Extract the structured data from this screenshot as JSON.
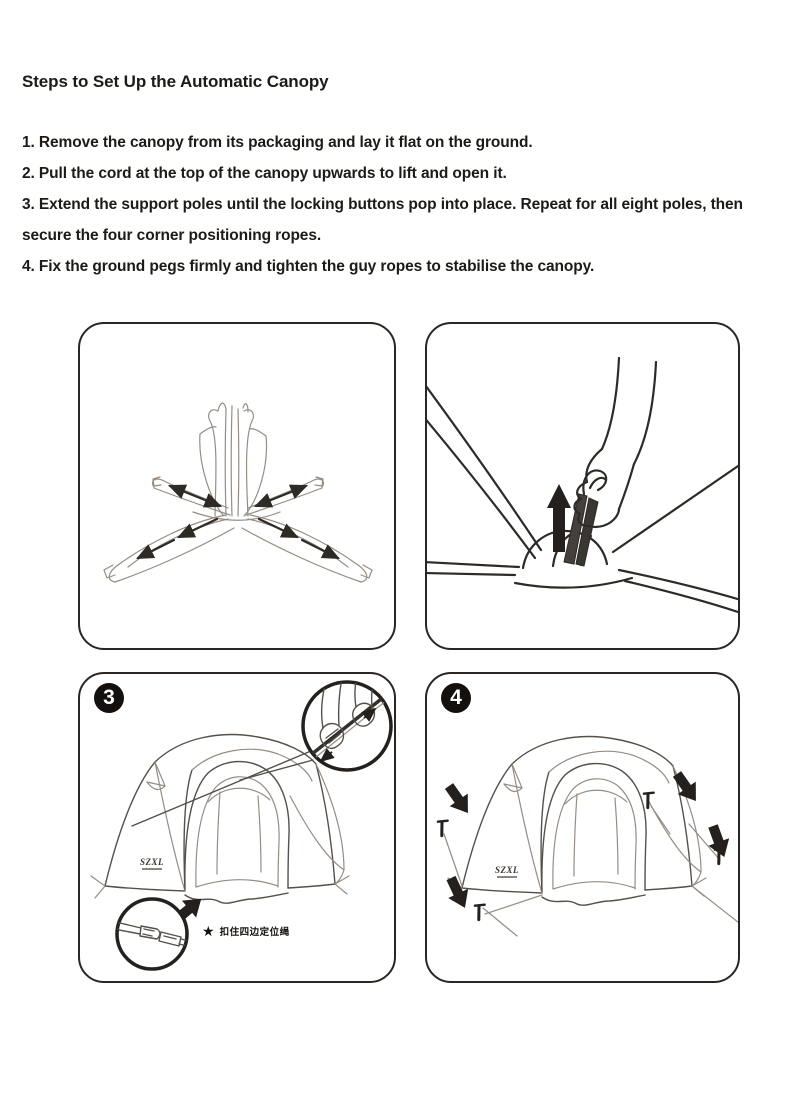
{
  "document": {
    "title": "Steps to Set Up the Automatic Canopy",
    "steps": [
      "1. Remove the canopy from its packaging and lay it flat on the ground.",
      "2. Pull the cord at the top of the canopy upwards to lift and open it.",
      "3. Extend the support poles until the locking buttons pop into place. Repeat for all eight poles, then secure the four corner positioning ropes.",
      "4. Fix the ground pegs firmly and tighten the guy ropes to stabilise the canopy."
    ]
  },
  "panel3": {
    "badge": "3",
    "tent_logo": "SZXL",
    "note_star": "★",
    "note_text": "扣住四边定位绳"
  },
  "panel4": {
    "badge": "4",
    "tent_logo": "SZXL"
  },
  "colors": {
    "ink": "#1e1a17",
    "panel_border": "#2b2623",
    "drawing_dark": "#2e2a26",
    "drawing_light": "#958d85",
    "arrow_fill": "#23201d"
  }
}
